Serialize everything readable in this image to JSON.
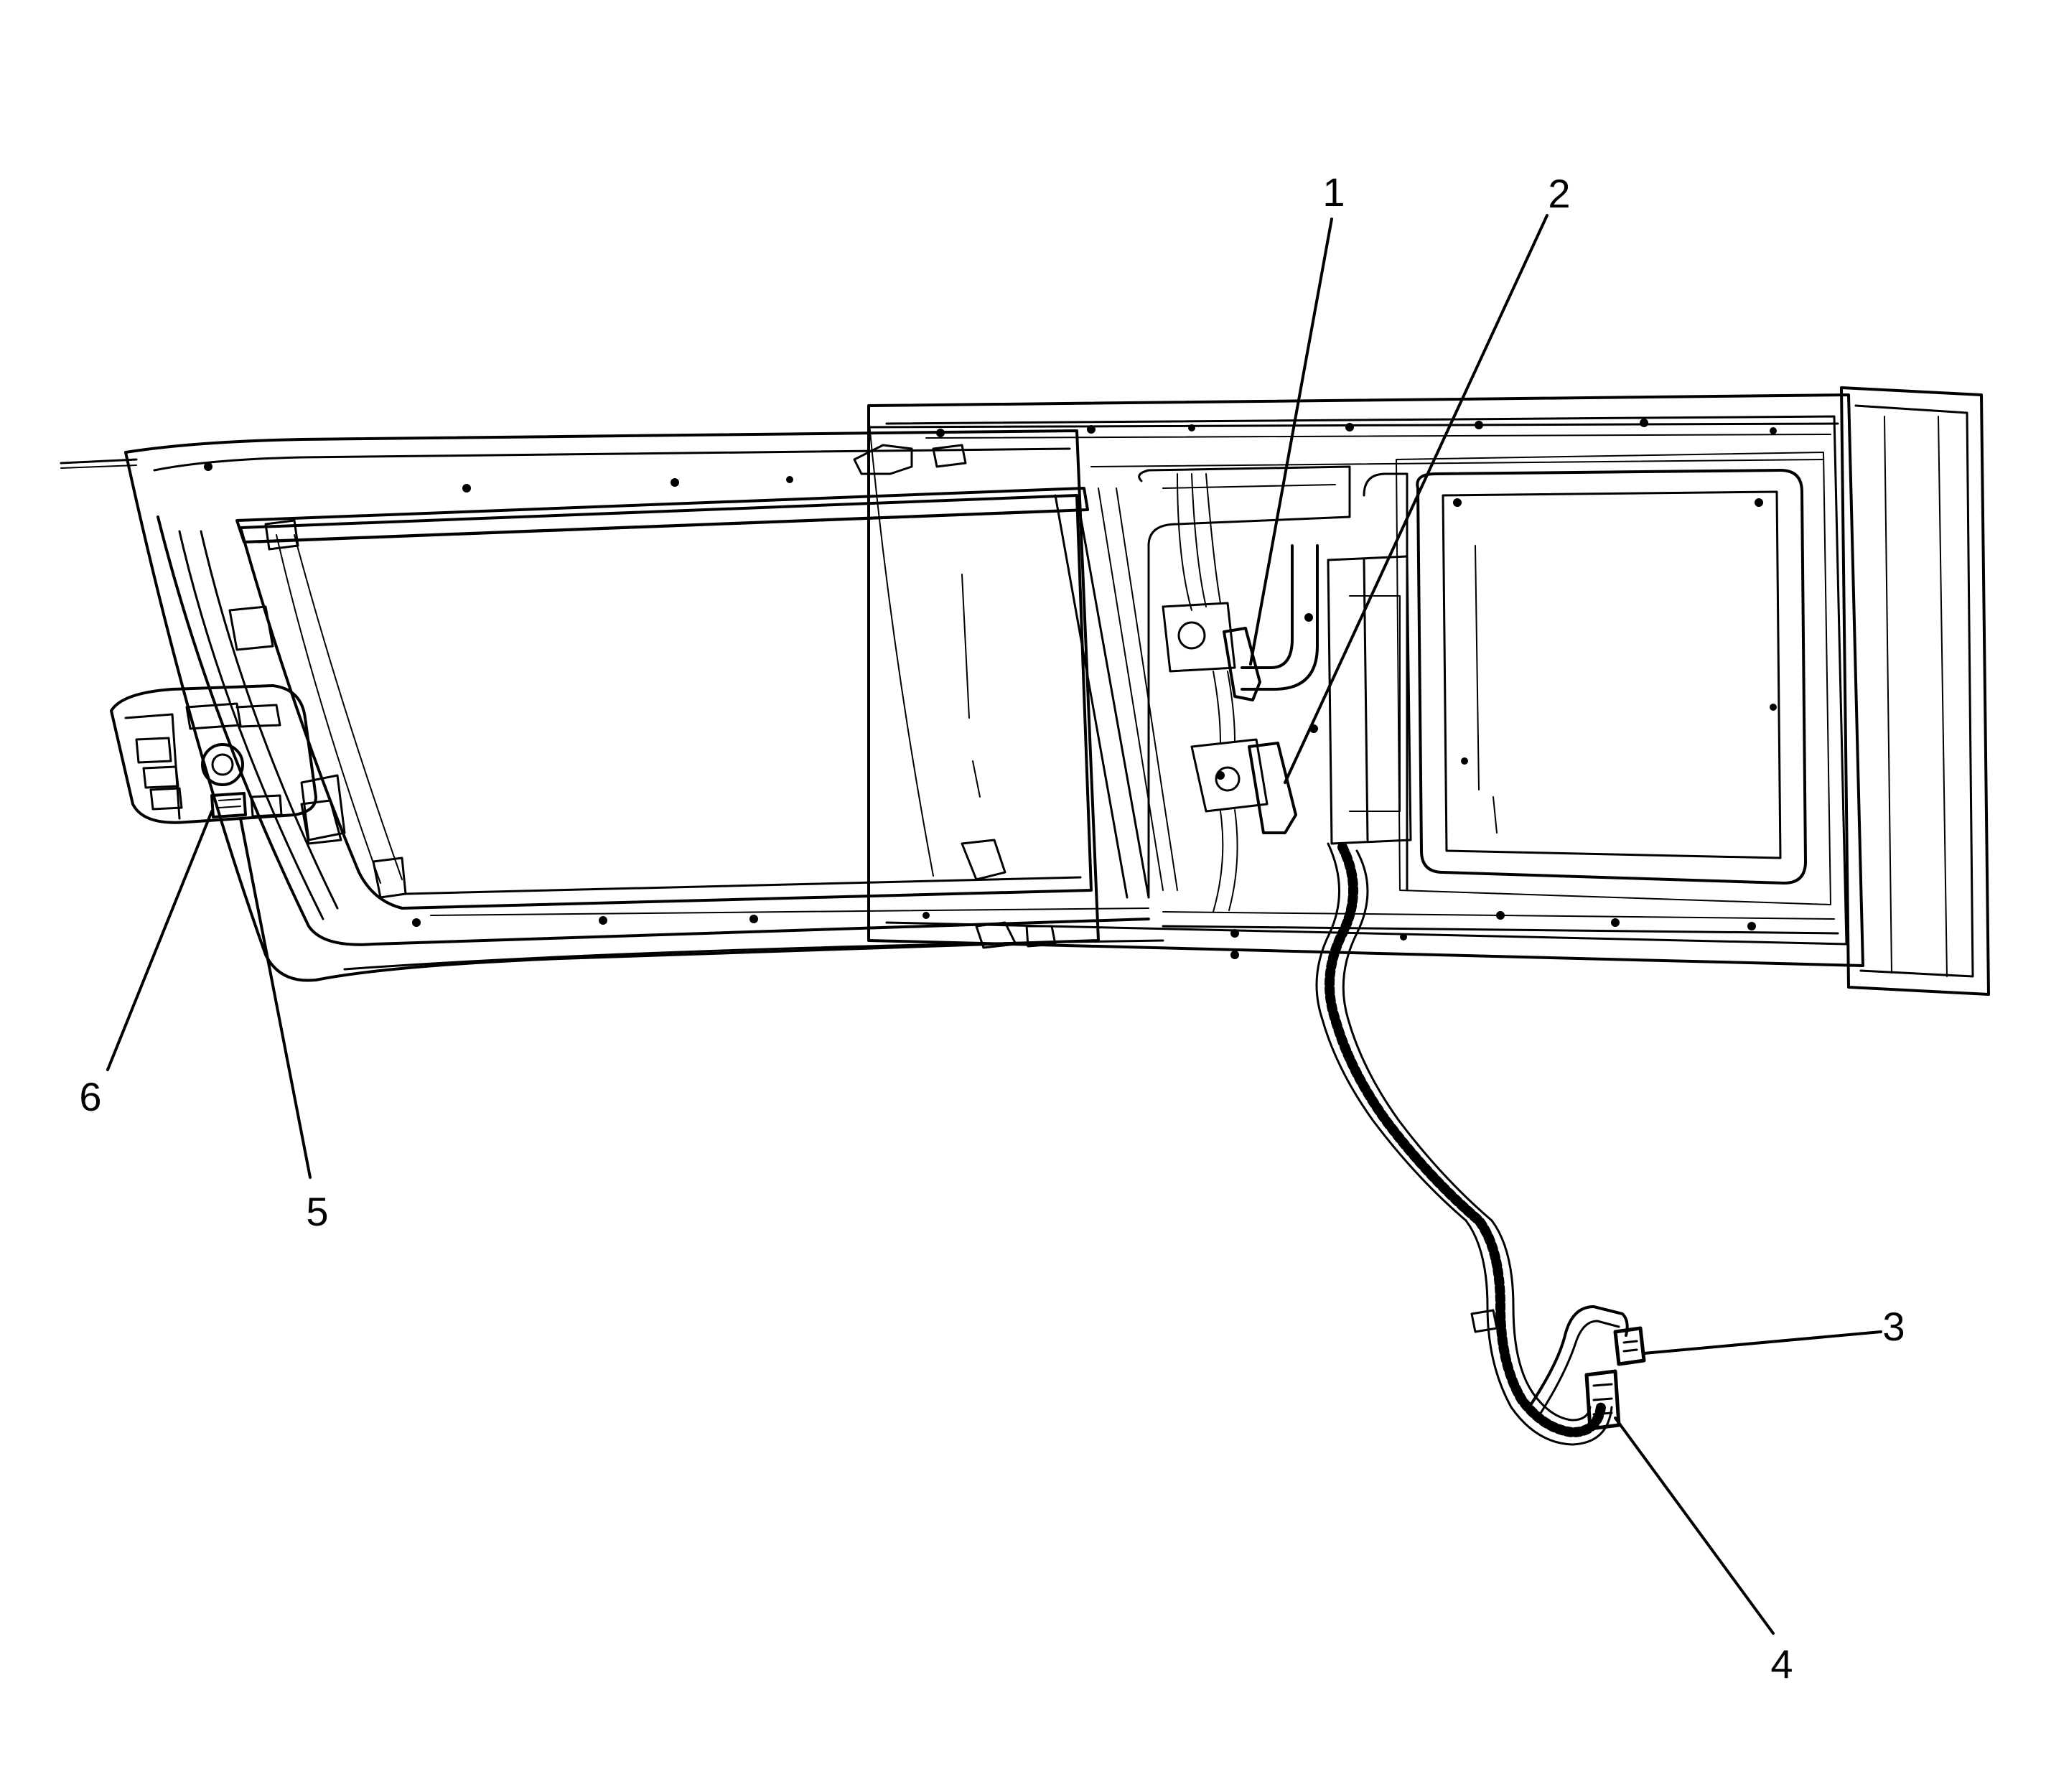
{
  "diagram": {
    "subject": "sunroof-module-and-wiring-harness",
    "callouts": [
      {
        "id": "callout-1",
        "label": "1"
      },
      {
        "id": "callout-2",
        "label": "2"
      },
      {
        "id": "callout-3",
        "label": "3"
      },
      {
        "id": "callout-4",
        "label": "4"
      },
      {
        "id": "callout-5",
        "label": "5"
      },
      {
        "id": "callout-6",
        "label": "6"
      }
    ]
  }
}
